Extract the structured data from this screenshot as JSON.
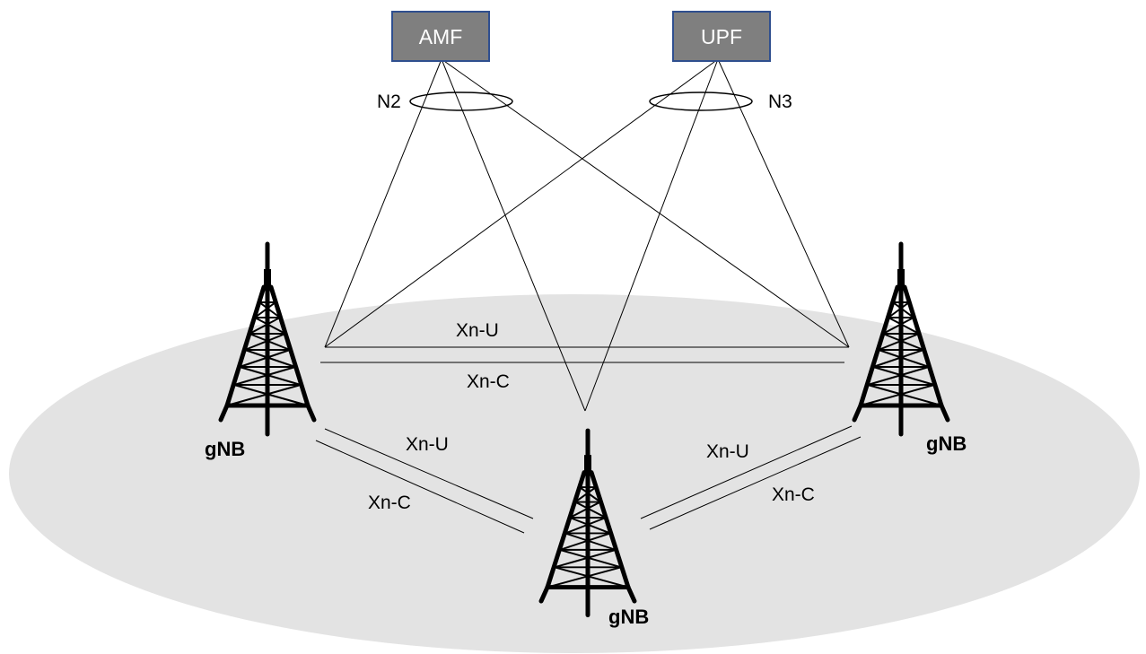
{
  "colors": {
    "coverage": "#e3e3e3",
    "node_box": "#7f7f7f",
    "node_border": "#2f4f8f",
    "node_text": "#ffffff",
    "lines": "#000000"
  },
  "core_nodes": {
    "amf": "AMF",
    "upf": "UPF"
  },
  "interfaces": {
    "n2": "N2",
    "n3": "N3"
  },
  "links": {
    "top": {
      "user_plane": "Xn-U",
      "control_plane": "Xn-C"
    },
    "left": {
      "user_plane": "Xn-U",
      "control_plane": "Xn-C"
    },
    "right": {
      "user_plane": "Xn-U",
      "control_plane": "Xn-C"
    }
  },
  "base_stations": {
    "left": "gNB",
    "right": "gNB",
    "bottom": "gNB"
  }
}
